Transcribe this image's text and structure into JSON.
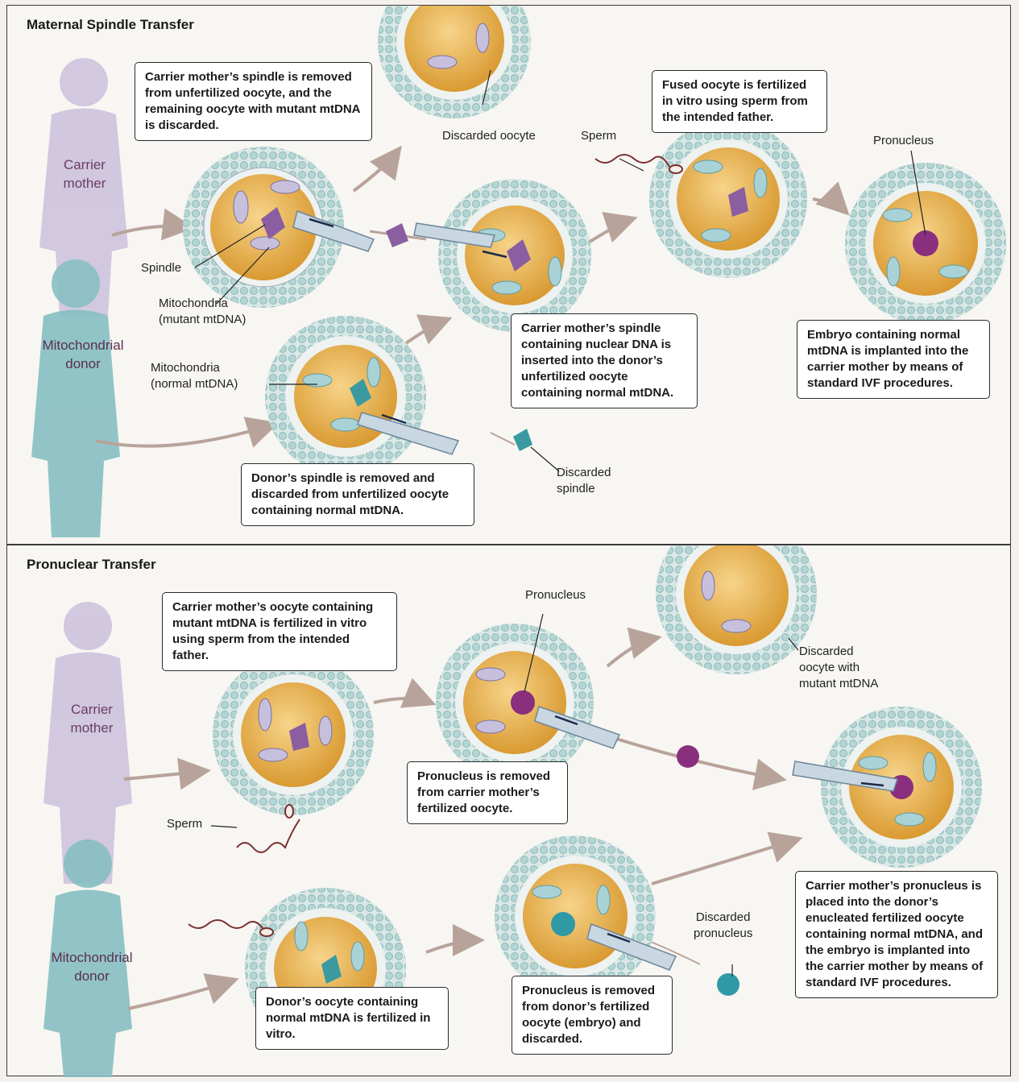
{
  "panel_a": {
    "title": "Maternal Spindle Transfer",
    "carrier_label": "Carrier\nmother",
    "donor_label": "Mitochondrial\ndonor",
    "callouts": {
      "spindle_removed": "Carrier mother’s spindle is removed from unfertilized oocyte, and the remaining oocyte with mutant mtDNA is discarded.",
      "fused_fertilized": "Fused oocyte is fertilized in vitro using sperm from the intended father.",
      "spindle_inserted": "Carrier mother’s spindle containing nuclear DNA is inserted into the donor’s unfertilized oocyte containing normal mtDNA.",
      "embryo_implanted": "Embryo containing normal mtDNA is implanted into the carrier mother by means of standard IVF procedures.",
      "donor_spindle_removed": "Donor’s spindle is removed and discarded from unfertilized oocyte containing normal mtDNA."
    },
    "labels": {
      "discarded_oocyte": "Discarded oocyte",
      "sperm": "Sperm",
      "pronucleus": "Pronucleus",
      "spindle": "Spindle",
      "mito_mutant": "Mitochondria\n(mutant mtDNA)",
      "mito_normal": "Mitochondria\n(normal mtDNA)",
      "discarded_spindle": "Discarded\nspindle"
    }
  },
  "panel_b": {
    "title": "Pronuclear Transfer",
    "carrier_label": "Carrier\nmother",
    "donor_label": "Mitochondrial\ndonor",
    "callouts": {
      "fertilized_in_vitro": "Carrier mother’s oocyte containing mutant mtDNA is fertilized in vitro using sperm from the intended father.",
      "pronucleus_removed_carrier": "Pronucleus is removed from carrier mother’s fertilized oocyte.",
      "pronucleus_placed": "Carrier mother’s pronucleus is placed into the donor’s enucleated fertilized oocyte containing normal mtDNA, and the embryo is implanted into the carrier mother by means of standard IVF procedures.",
      "donor_fertilized": "Donor’s oocyte containing normal mtDNA is fertilized in vitro.",
      "pronucleus_removed_donor": "Pronucleus is removed from donor’s fertilized oocyte (embryo) and discarded."
    },
    "labels": {
      "pronucleus": "Pronucleus",
      "discarded_oocyte": "Discarded\noocyte with\nmutant mtDNA",
      "sperm": "Sperm",
      "discarded_pronucleus": "Discarded\npronucleus"
    }
  },
  "colors": {
    "carrier_silhouette": "#cbbfdc",
    "donor_silhouette": "#7fb8bc",
    "cytoplasm": "#e9b34f",
    "corona": "#a9d2d3",
    "arrow": "#b8a39a",
    "pipette": "#b9cbd8"
  }
}
